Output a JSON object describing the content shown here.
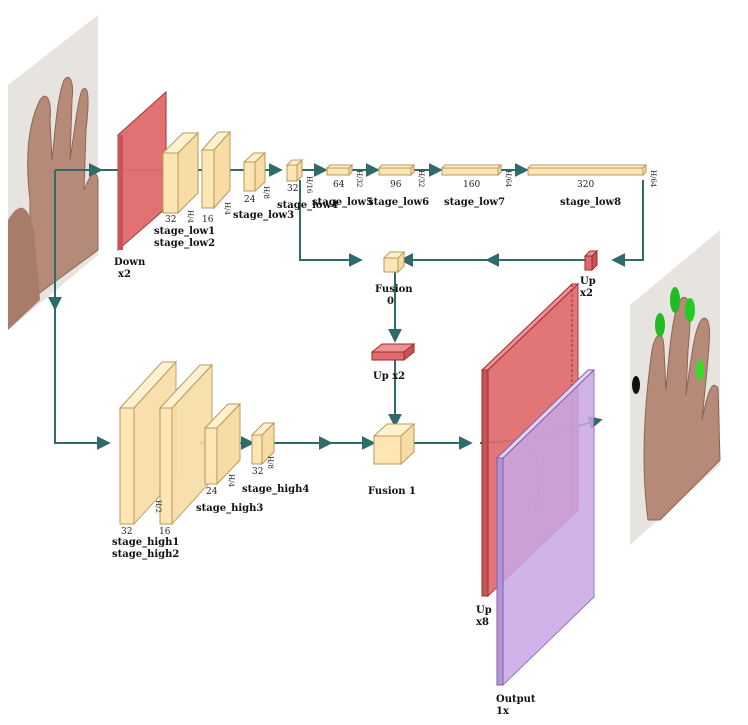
{
  "colors": {
    "conv": "#fde6b3",
    "conv_edge": "#b89a5c",
    "red": "#e06a6c",
    "red_edge": "#9a2d30",
    "purple": "#c8a8e6",
    "purple_edge": "#7f62a3",
    "arrow": "#2f6b68",
    "skin": "#b58a78",
    "photo_bg": "#e7e4e0"
  },
  "labels": {
    "down": "Down",
    "down_scale": "x2",
    "stage_low1": "stage_low1",
    "stage_low2": "stage_low2",
    "stage_low3": "stage_low3",
    "stage_low4": "stage_low4",
    "stage_low5": "stage_low5",
    "stage_low6": "stage_low6",
    "stage_low7": "stage_low7",
    "stage_low8": "stage_low8",
    "up_low": "Up",
    "up_low_scale": "x2",
    "fusion0": "Fusion",
    "fusion0_index": "0",
    "up_mid": "Up x2",
    "stage_high1": "stage_high1",
    "stage_high2": "stage_high2",
    "stage_high3": "stage_high3",
    "stage_high4": "stage_high4",
    "fusion1": "Fusion 1",
    "up_final": "Up",
    "up_final_scale": "x8",
    "output": "Output",
    "output_scale": "1x"
  },
  "dims": {
    "low1": "32",
    "low2": "16",
    "low3": "24",
    "low4": "32",
    "low5": "64",
    "low6": "96",
    "low7": "160",
    "low8": "320",
    "high1": "32",
    "high2": "16",
    "high3": "24",
    "high4": "32"
  },
  "ratios": {
    "low1": "H/4",
    "low2": "H/4",
    "low3": "H/8",
    "low4": "H/16",
    "low5": "H/32",
    "low6": "H/32",
    "low7": "H/64",
    "low8": "H/64",
    "high2": "H/2",
    "high3": "H/4",
    "high4": "H/8"
  }
}
